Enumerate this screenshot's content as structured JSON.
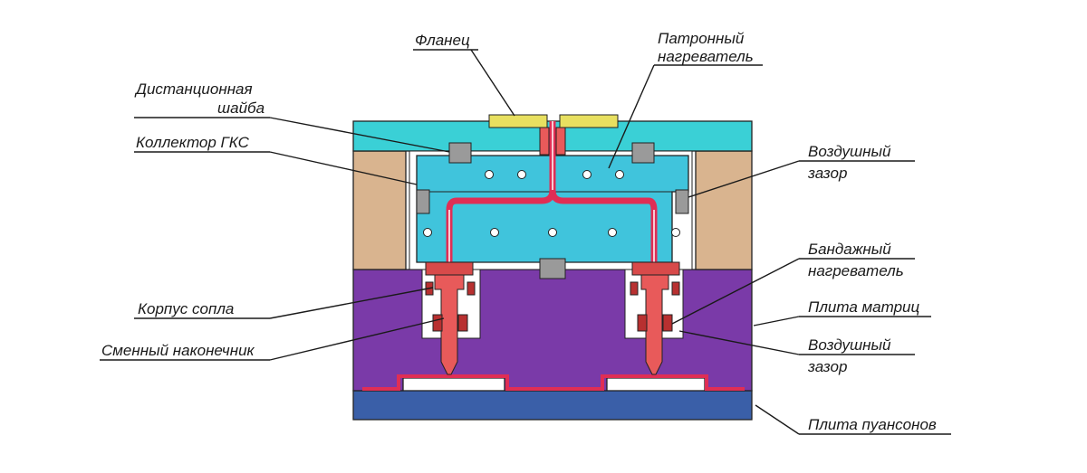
{
  "labels": {
    "flange": "Фланец",
    "cartridge_heater": [
      "Патронный",
      "нагреватель"
    ],
    "spacer_washer": [
      "Дистанционная",
      "шайба"
    ],
    "manifold": "Коллектор ГКС",
    "air_gap_top": [
      "Воздушный",
      "зазор"
    ],
    "band_heater": [
      "Бандажный",
      "нагреватель"
    ],
    "nozzle_body": "Корпус сопла",
    "cavity_plate": "Плита матриц",
    "replaceable_tip": "Сменный наконечник",
    "air_gap_bottom": [
      "Воздушный",
      "зазор"
    ],
    "core_plate": "Плита пуансонов"
  },
  "colors": {
    "top_plate": "#3ad0d6",
    "side_plates": "#d9b48f",
    "manifold": "#40c4dc",
    "melt_channel": "#e02e55",
    "cavity_plate": "#7a3aa8",
    "core_plate": "#3a5fa8",
    "flange": "#e8e060",
    "spacer": "#9a9a9a",
    "air_gap": "#ffffff"
  }
}
